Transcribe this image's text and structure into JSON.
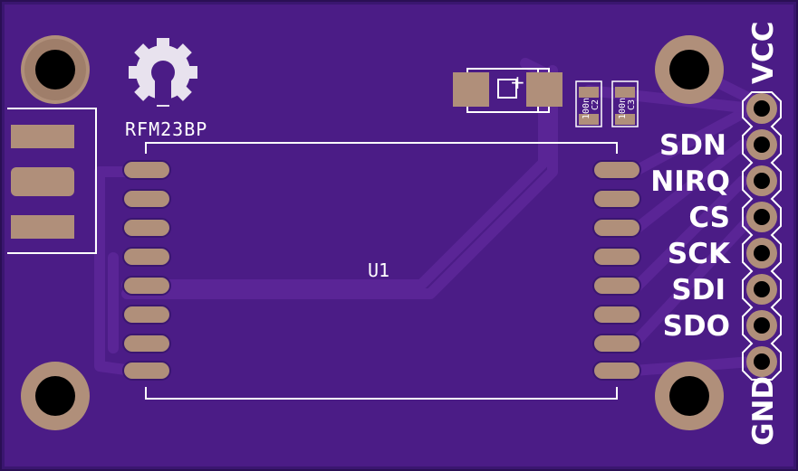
{
  "board": {
    "soldermask_color": "#4b1c86",
    "trace_color": "#5a2596",
    "pad_color": "#b08f7a",
    "silkscreen_color": "#ffffff",
    "board_color": "#3a1670"
  },
  "labels": {
    "module_name": "RFM23BP",
    "module_ref": "U1",
    "cap_c2_value": "100n",
    "cap_c2_ref": "C2",
    "cap_c3_value": "100n",
    "cap_c3_ref": "C3",
    "polarity_mark": "+"
  },
  "header_pins": [
    {
      "label": "VCC"
    },
    {
      "label": "SDN"
    },
    {
      "label": "NIRQ"
    },
    {
      "label": "CS"
    },
    {
      "label": "SCK"
    },
    {
      "label": "SDI"
    },
    {
      "label": "SDO"
    },
    {
      "label": "GND"
    }
  ],
  "icons": {
    "logo": "open-source-hardware-gear-icon"
  }
}
